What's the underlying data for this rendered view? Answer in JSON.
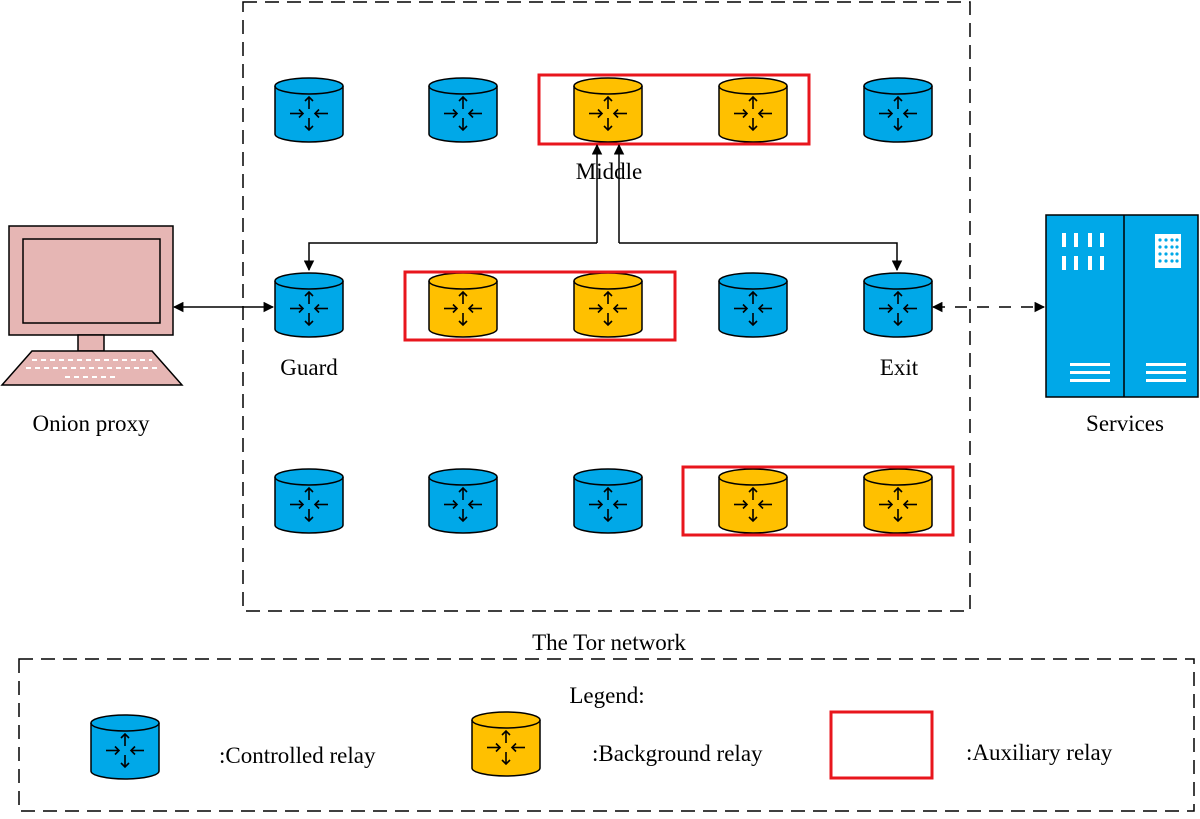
{
  "network": {
    "title": "The Tor network",
    "guard_label": "Guard",
    "middle_label": "Middle",
    "exit_label": "Exit"
  },
  "client": {
    "label": "Onion proxy",
    "icon": "computer-icon"
  },
  "server": {
    "label": "Services",
    "icon": "server-icon"
  },
  "legend": {
    "title": "Legend:",
    "controlled_label": ":Controlled relay",
    "background_label": ":Background relay",
    "auxiliary_label": ":Auxiliary relay"
  },
  "colors": {
    "controlled": "#00a8e8",
    "background": "#ffc000",
    "auxiliary_border": "#e8161d",
    "computer": "#e6b6b4",
    "server": "#00a8e8",
    "stroke": "#000000"
  },
  "relays": [
    {
      "type": "controlled"
    },
    {
      "type": "controlled"
    },
    {
      "type": "background"
    },
    {
      "type": "background"
    },
    {
      "type": "controlled"
    },
    {
      "type": "controlled"
    },
    {
      "type": "background"
    },
    {
      "type": "background"
    },
    {
      "type": "controlled"
    },
    {
      "type": "controlled"
    },
    {
      "type": "controlled"
    },
    {
      "type": "controlled"
    },
    {
      "type": "controlled"
    },
    {
      "type": "background"
    },
    {
      "type": "background"
    }
  ]
}
